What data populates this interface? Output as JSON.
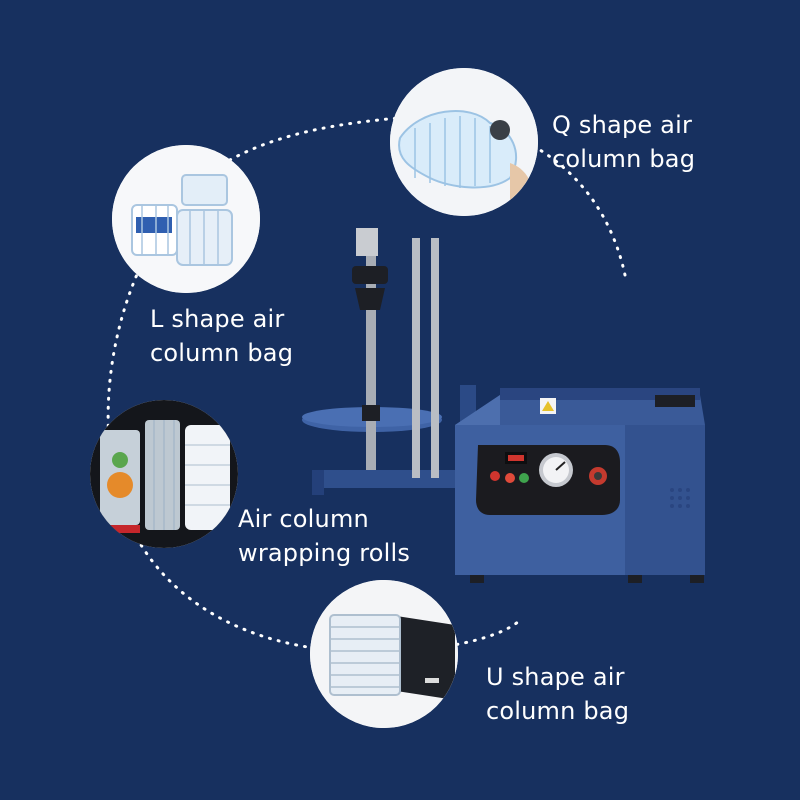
{
  "background_color": "#17305f",
  "products": [
    {
      "line1": "Q shape air",
      "line2": "column bag"
    },
    {
      "line1": "L shape air",
      "line2": "column bag"
    },
    {
      "line1": "Air column",
      "line2": "wrapping rolls"
    },
    {
      "line1": "U shape air",
      "line2": "column bag"
    }
  ],
  "machine": {
    "body_color": "#3a5a98",
    "panel_color": "#1b1b1f"
  }
}
